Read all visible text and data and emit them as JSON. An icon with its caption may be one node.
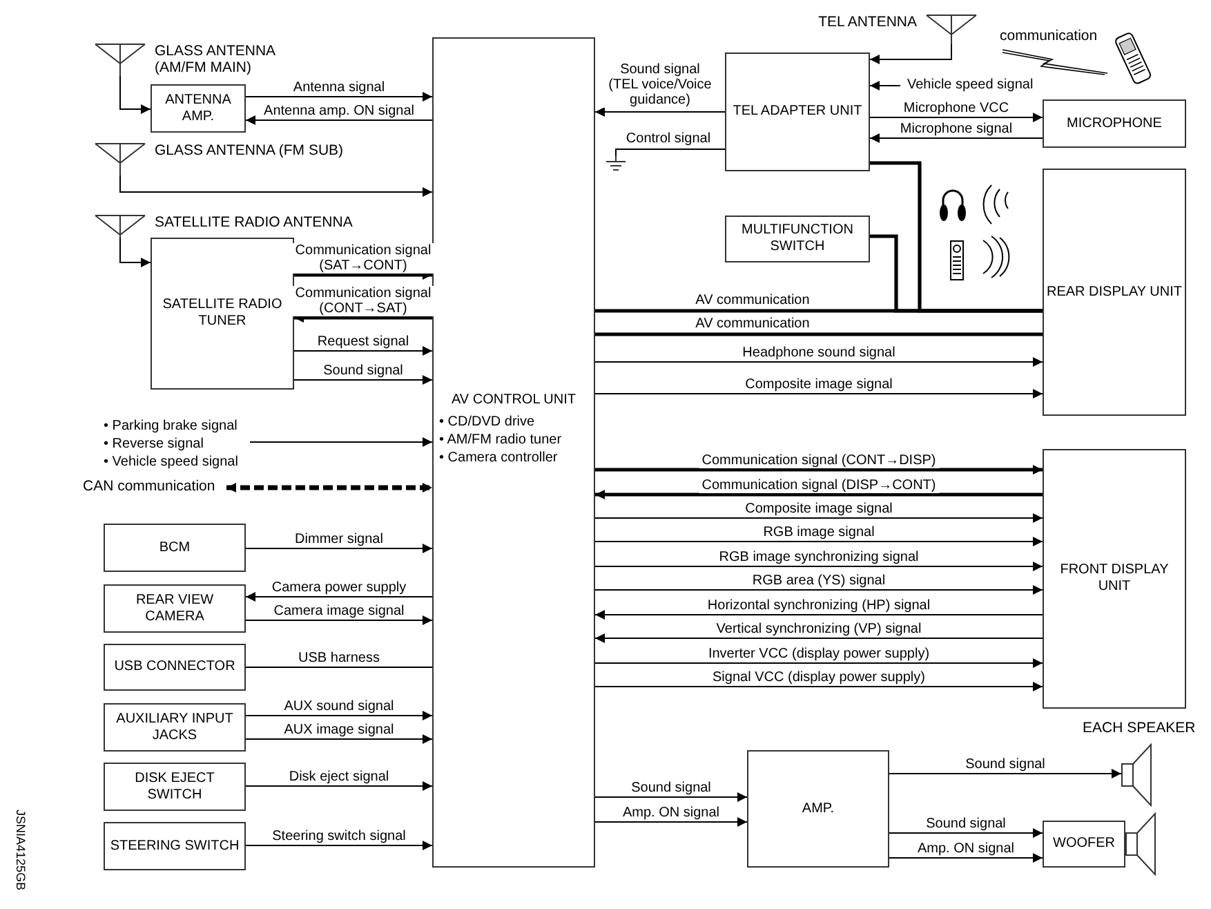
{
  "diagram": {
    "nodes": [
      {
        "text": [
          "AV CONTROL UNIT",
          "• CD/DVD drive",
          "• AM/FM radio tuner",
          "• Camera controller"
        ]
      },
      {
        "text": [
          "GLASS ANTENNA (AM/FM MAIN)"
        ]
      },
      {
        "text": [
          "ANTENNA AMP."
        ]
      },
      {
        "text": [
          "GLASS ANTENNA (FM SUB)"
        ]
      },
      {
        "text": [
          "SATELLITE RADIO ANTENNA"
        ]
      },
      {
        "text": [
          "SATELLITE RADIO TUNER"
        ]
      },
      {
        "text": [
          "• Parking brake signal",
          "• Reverse signal",
          "• Vehicle speed signal"
        ]
      },
      {
        "text": [
          "CAN communication"
        ]
      },
      {
        "text": [
          "BCM"
        ]
      },
      {
        "text": [
          "REAR VIEW CAMERA"
        ]
      },
      {
        "text": [
          "USB CONNECTOR"
        ]
      },
      {
        "text": [
          "AUXILIARY INPUT JACKS"
        ]
      },
      {
        "text": [
          "DISK EJECT SWITCH"
        ]
      },
      {
        "text": [
          "STEERING SWITCH"
        ]
      },
      {
        "text": [
          "TEL ANTENNA"
        ]
      },
      {
        "text": [
          "TEL ADAPTER UNIT"
        ]
      },
      {
        "text": [
          "MICROPHONE"
        ]
      },
      {
        "text": [
          "MULTIFUNCTION SWITCH"
        ]
      },
      {
        "text": [
          "REAR DISPLAY UNIT"
        ]
      },
      {
        "text": [
          "FRONT DISPLAY UNIT"
        ]
      },
      {
        "text": [
          "AMP."
        ]
      },
      {
        "text": [
          "EACH SPEAKER"
        ]
      },
      {
        "text": [
          "WOOFER"
        ]
      },
      {
        "text": [],
        "shape": "ground"
      }
    ],
    "edges": [
      {
        "from": 1,
        "to": 2,
        "arrow": "to"
      },
      {
        "from": 2,
        "to": 0,
        "arrow": "to",
        "label": "Antenna signal"
      },
      {
        "from": 0,
        "to": 2,
        "arrow": "to",
        "label": "Antenna amp. ON signal"
      },
      {
        "from": 3,
        "to": 0,
        "arrow": "to"
      },
      {
        "from": 4,
        "to": 5,
        "arrow": "to"
      },
      {
        "from": 5,
        "to": 0,
        "arrow": "to",
        "label": "Communication signal (SAT→CONT)",
        "style": "thick"
      },
      {
        "from": 0,
        "to": 5,
        "arrow": "to",
        "label": "Communication signal (CONT→SAT)",
        "style": "thick"
      },
      {
        "from": 5,
        "to": 0,
        "arrow": "to",
        "label": "Request signal"
      },
      {
        "from": 5,
        "to": 0,
        "arrow": "to",
        "label": "Sound signal"
      },
      {
        "from": 6,
        "to": 0,
        "arrow": "to"
      },
      {
        "from": 7,
        "to": 0,
        "arrow": "both",
        "style": "dashed"
      },
      {
        "from": 8,
        "to": 0,
        "arrow": "to",
        "label": "Dimmer signal"
      },
      {
        "from": 0,
        "to": 9,
        "arrow": "to",
        "label": "Camera power supply"
      },
      {
        "from": 9,
        "to": 0,
        "arrow": "to",
        "label": "Camera image signal"
      },
      {
        "from": 10,
        "to": 0,
        "arrow": "none",
        "label": "USB harness"
      },
      {
        "from": 11,
        "to": 0,
        "arrow": "to",
        "label": "AUX sound signal"
      },
      {
        "from": 11,
        "to": 0,
        "arrow": "to",
        "label": "AUX image signal"
      },
      {
        "from": 12,
        "to": 0,
        "arrow": "to",
        "label": "Disk eject signal"
      },
      {
        "from": 13,
        "to": 0,
        "arrow": "to",
        "label": "Steering switch signal"
      },
      {
        "from": 14,
        "to": 15,
        "arrow": "to"
      },
      {
        "from": 15,
        "to": 0,
        "arrow": "to",
        "label": "Sound signal (TEL voice/Voice guidance)"
      },
      {
        "from": 15,
        "to": 23,
        "arrow": "none",
        "label": "Control signal"
      },
      {
        "from": null,
        "to": 15,
        "arrow": "to",
        "label": "Vehicle speed signal"
      },
      {
        "from": 15,
        "to": 16,
        "arrow": "to",
        "label": "Microphone VCC"
      },
      {
        "from": 16,
        "to": 15,
        "arrow": "to",
        "label": "Microphone signal"
      },
      {
        "from": 15,
        "to": 18,
        "arrow": "none",
        "style": "thick"
      },
      {
        "from": 17,
        "to": 18,
        "arrow": "none",
        "style": "thick"
      },
      {
        "from": 0,
        "to": 18,
        "arrow": "none",
        "label": "AV communication",
        "style": "thick"
      },
      {
        "from": 0,
        "to": 18,
        "arrow": "none",
        "label": "AV communication",
        "style": "thick"
      },
      {
        "from": 0,
        "to": 18,
        "arrow": "to",
        "label": "Headphone sound signal"
      },
      {
        "from": 0,
        "to": 18,
        "arrow": "to",
        "label": "Composite image signal"
      },
      {
        "from": 0,
        "to": 19,
        "arrow": "to",
        "label": "Communication signal (CONT→DISP)",
        "style": "thick"
      },
      {
        "from": 19,
        "to": 0,
        "arrow": "to",
        "label": "Communication signal (DISP→CONT)",
        "style": "thick"
      },
      {
        "from": 0,
        "to": 19,
        "arrow": "to",
        "label": "Composite image signal"
      },
      {
        "from": 0,
        "to": 19,
        "arrow": "to",
        "label": "RGB image signal"
      },
      {
        "from": 0,
        "to": 19,
        "arrow": "to",
        "label": "RGB image synchronizing signal"
      },
      {
        "from": 0,
        "to": 19,
        "arrow": "to",
        "label": "RGB area (YS) signal"
      },
      {
        "from": 19,
        "to": 0,
        "arrow": "to",
        "label": "Horizontal synchronizing (HP) signal"
      },
      {
        "from": 19,
        "to": 0,
        "arrow": "to",
        "label": "Vertical synchronizing (VP) signal"
      },
      {
        "from": 0,
        "to": 19,
        "arrow": "to",
        "label": "Inverter VCC (display power supply)"
      },
      {
        "from": 0,
        "to": 19,
        "arrow": "to",
        "label": "Signal VCC (display power supply)"
      },
      {
        "from": 0,
        "to": 20,
        "arrow": "to",
        "label": "Sound signal"
      },
      {
        "from": 0,
        "to": 20,
        "arrow": "to",
        "label": "Amp. ON signal"
      },
      {
        "from": 20,
        "to": 21,
        "arrow": "to",
        "label": "Sound signal"
      },
      {
        "from": 20,
        "to": 22,
        "arrow": "to",
        "label": "Sound signal"
      },
      {
        "from": 20,
        "to": 22,
        "arrow": "to",
        "label": "Amp. ON signal"
      }
    ],
    "labels": [
      "communication",
      "JSNIA4125GB"
    ]
  }
}
